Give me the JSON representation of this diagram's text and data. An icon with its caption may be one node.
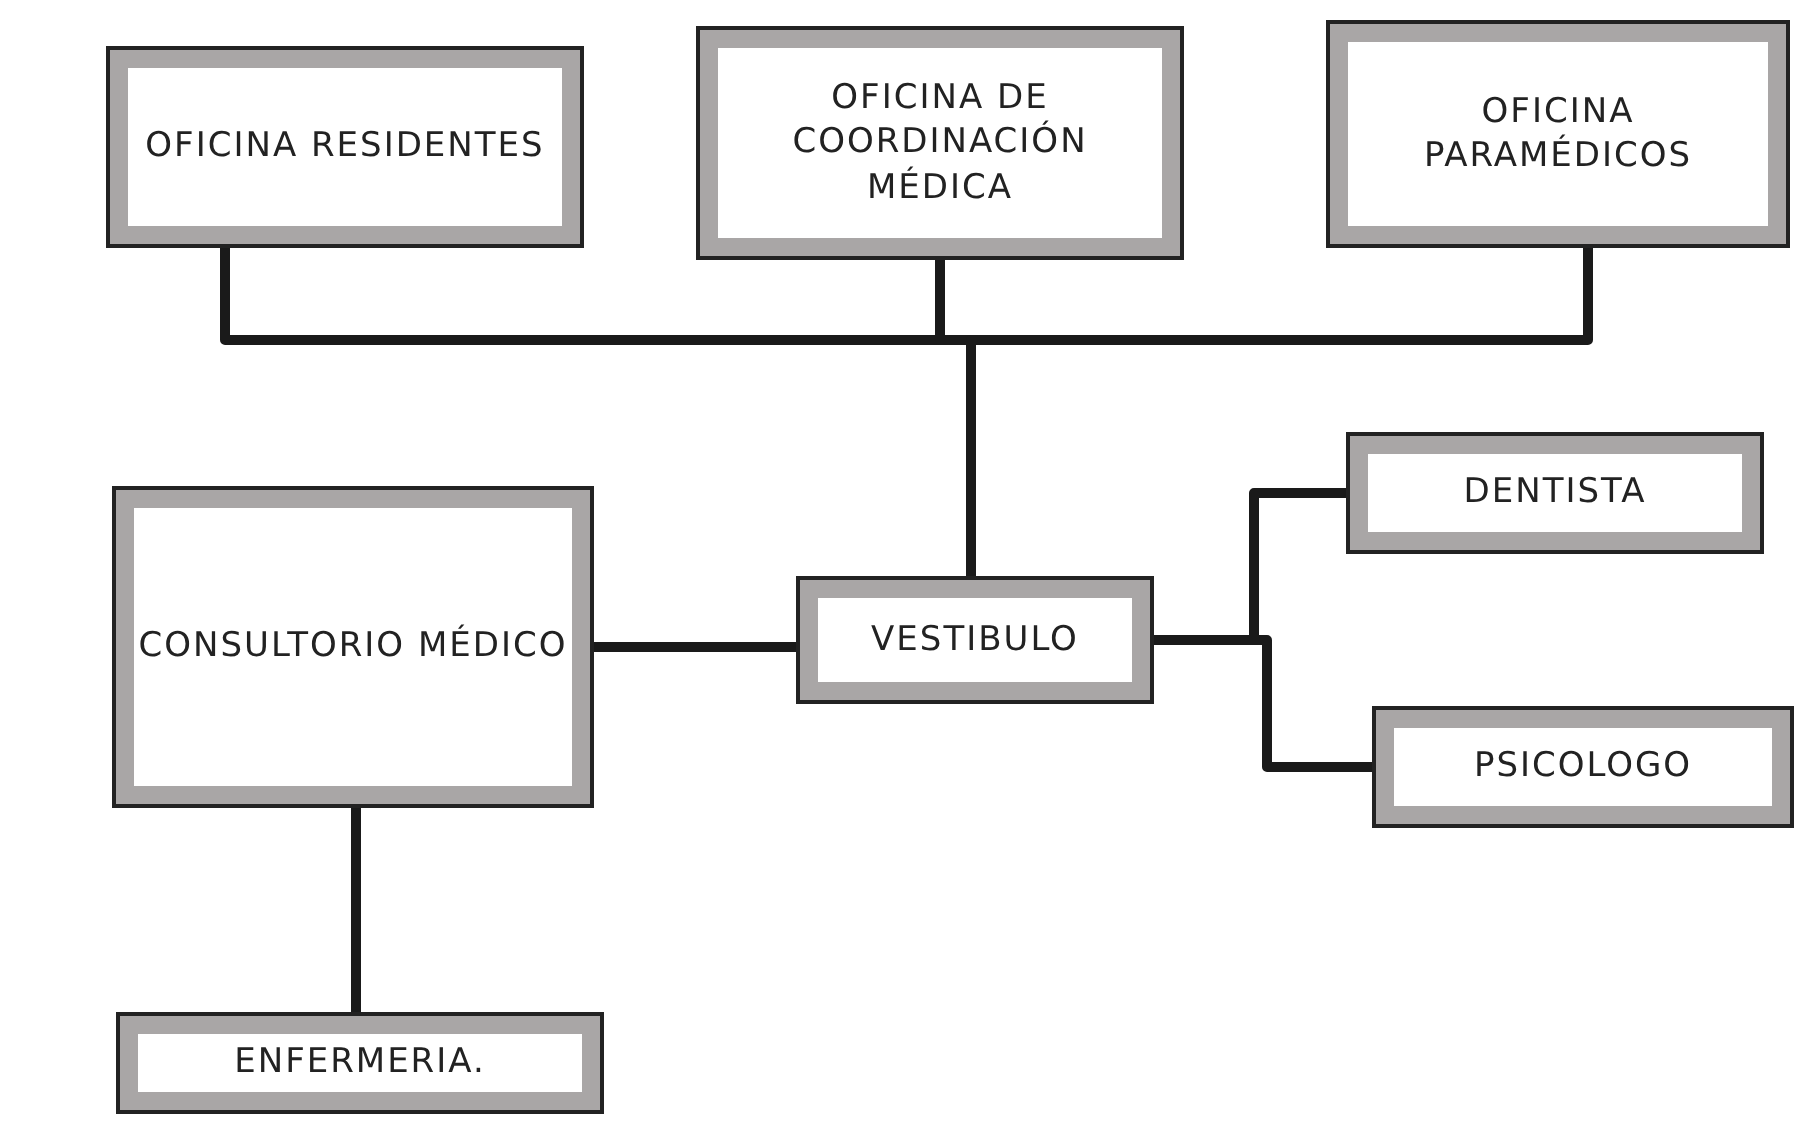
{
  "diagram": {
    "nodes": [
      {
        "text": [
          "OFICINA RESIDENTES"
        ]
      },
      {
        "text": [
          "OFICINA DE COORDINACIÓN MÉDICA"
        ]
      },
      {
        "text": [
          "OFICINA PARAMÉDICOS"
        ]
      },
      {
        "text": [
          "CONSULTORIO MÉDICO"
        ]
      },
      {
        "text": [
          "VESTIBULO"
        ]
      },
      {
        "text": [
          "DENTISTA"
        ]
      },
      {
        "text": [
          "PSICOLOGO"
        ]
      },
      {
        "text": [
          "ENFERMERIA."
        ]
      }
    ],
    "edges": [
      {
        "from": 0,
        "to": 4,
        "arrow": "none"
      },
      {
        "from": 1,
        "to": 4,
        "arrow": "none"
      },
      {
        "from": 2,
        "to": 4,
        "arrow": "none"
      },
      {
        "from": 3,
        "to": 4,
        "arrow": "none"
      },
      {
        "from": 4,
        "to": 5,
        "arrow": "none"
      },
      {
        "from": 4,
        "to": 6,
        "arrow": "none"
      },
      {
        "from": 3,
        "to": 7,
        "arrow": "none"
      }
    ]
  }
}
